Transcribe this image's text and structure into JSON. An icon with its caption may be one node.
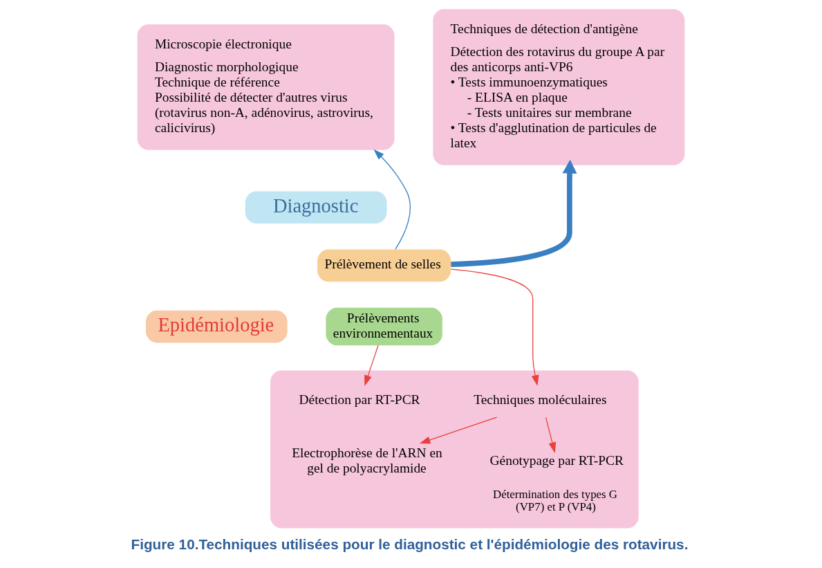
{
  "diagram": {
    "caption": "Figure 10.Techniques utilisées pour le diagnostic et l'épidémiologie des rotavirus.",
    "nodes": [
      {
        "text": [
          "Microscopie électronique",
          "Diagnostic morphologique",
          "Technique de référence",
          "Possibilité de détecter d'autres virus (rotavirus non-A, adénovirus, astrovirus, calicivirus)"
        ]
      },
      {
        "text": [
          "Techniques de détection d'antigène",
          "Détection des rotavirus du groupe A par des anticorps anti-VP6",
          "• Tests immunoenzymatiques",
          "- ELISA en plaque",
          "- Tests unitaires sur membrane",
          "• Tests d'agglutination de particules de latex"
        ]
      },
      {
        "text": [
          "Diagnostic"
        ]
      },
      {
        "text": [
          "Prélèvement de selles"
        ]
      },
      {
        "text": [
          "Epidémiologie"
        ]
      },
      {
        "text": [
          "Prélèvements environnementaux"
        ]
      },
      {
        "text": [],
        "shape": "box"
      },
      {
        "text": [
          "Techniques moléculaires"
        ],
        "in": 6
      },
      {
        "text": [
          "Electrophorèse de l'ARN en gel de polyacrylamide"
        ],
        "in": 6
      },
      {
        "text": [
          "Génotypage par RT-PCR"
        ],
        "beside": [
          "Détermination des types G (VP7) et P (VP4)"
        ],
        "in": 6
      },
      {
        "text": [
          "Détection par RT-PCR"
        ],
        "in": 6
      }
    ],
    "edges": [
      {
        "from": 3,
        "to": 1,
        "arrow": "to",
        "style": "thick",
        "color": "#3a7fc1"
      },
      {
        "from": 3,
        "to": 0,
        "arrow": "to",
        "color": "#3a7fc1"
      },
      {
        "from": 3,
        "to": 7,
        "arrow": "to",
        "color": "#e8413c"
      },
      {
        "from": 7,
        "to": 8,
        "arrow": "to",
        "color": "#e8413c"
      },
      {
        "from": 7,
        "to": 9,
        "arrow": "to",
        "color": "#e8413c"
      },
      {
        "from": 5,
        "to": 10,
        "arrow": "to",
        "color": "#e8413c"
      }
    ]
  }
}
